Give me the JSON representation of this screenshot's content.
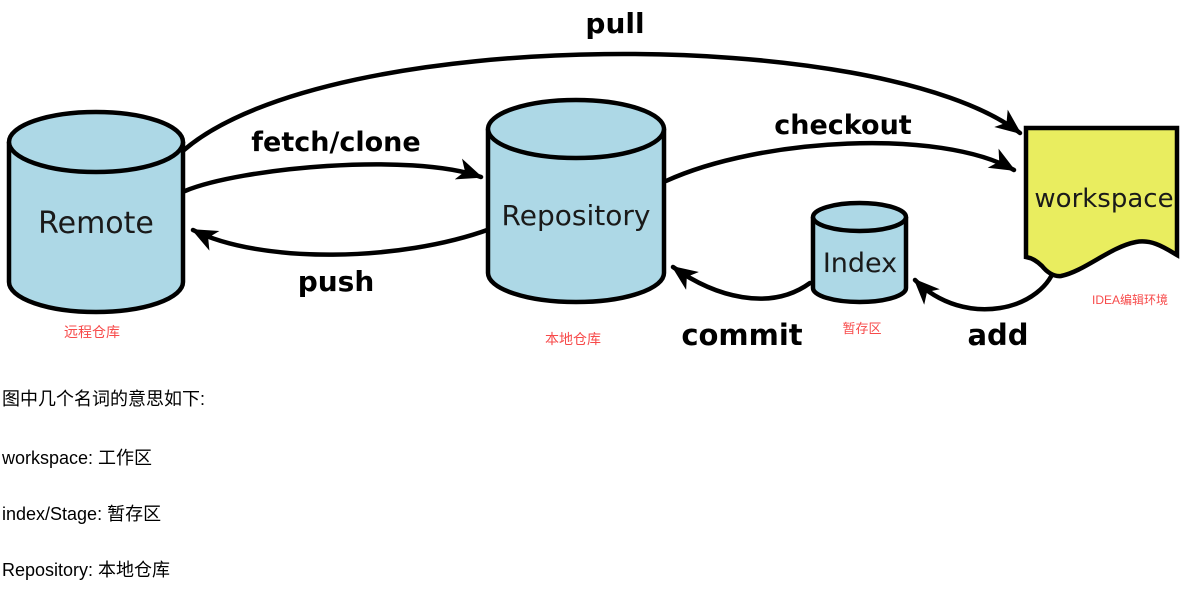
{
  "diagram": {
    "nodes": {
      "remote": {
        "label": "Remote",
        "sublabel": "远程仓库"
      },
      "repository": {
        "label": "Repository",
        "sublabel": "本地仓库"
      },
      "index": {
        "label": "Index",
        "sublabel": "暂存区"
      },
      "workspace": {
        "label": "workspace",
        "sublabel": "IDEA编辑环境"
      }
    },
    "arrows": {
      "pull": "pull",
      "fetch_clone": "fetch/clone",
      "push": "push",
      "checkout": "checkout",
      "commit": "commit",
      "add": "add"
    },
    "colors": {
      "node_fill": "#ADD8E6",
      "workspace_fill": "#E9ED5F",
      "outline": "#000000",
      "annotation_red": "#F74A4A"
    }
  },
  "notes": {
    "intro": "图中几个名词的意思如下:",
    "items": [
      "workspace: 工作区",
      "index/Stage: 暂存区",
      "Repository: 本地仓库"
    ]
  }
}
